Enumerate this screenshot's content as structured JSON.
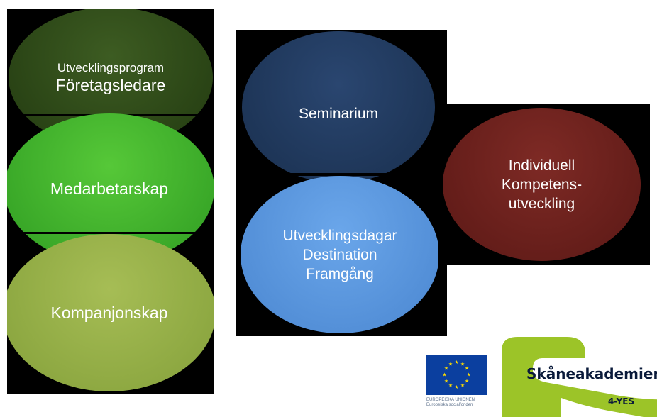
{
  "panels": {
    "left": {
      "ovals": [
        {
          "lines": [
            "Utvecklingsprogram",
            "Företagsledare"
          ],
          "color": "#2f4a18"
        },
        {
          "lines": [
            "Medarbetarskap"
          ],
          "color": "#3fb32c"
        },
        {
          "lines": [
            "Kompanjonskap"
          ],
          "color": "#95ad48"
        }
      ]
    },
    "middle": {
      "ovals": [
        {
          "lines": [
            "Seminarium"
          ],
          "color": "#20395d"
        },
        {
          "lines": [
            "Utvecklingsdagar",
            "Destination",
            "Framgång"
          ],
          "color": "#5b97de"
        }
      ]
    },
    "right": {
      "ovals": [
        {
          "lines": [
            "Individuell",
            "Kompetens-",
            "utveckling"
          ],
          "color": "#6c1f1c"
        }
      ]
    }
  },
  "logos": {
    "eu": {
      "caption_line1": "EUROPEISKA UNIONEN",
      "caption_line2": "Europeiska socialfonden",
      "flag_color": "#0b3f9f",
      "star_color": "#ffdd00"
    },
    "skane": {
      "text": "Skåneakademien",
      "sub": "4-YES",
      "green": "#9cc428"
    }
  }
}
